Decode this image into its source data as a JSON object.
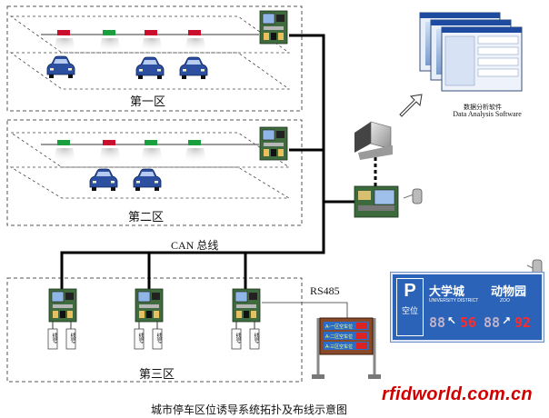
{
  "zones": {
    "zone1_label": "第一区",
    "zone2_label": "第二区",
    "zone3_label": "第三区"
  },
  "bus_label": "CAN 总线",
  "rs485_label": "RS485",
  "software": {
    "caption_cn": "数据分析软件",
    "caption_en": "Data Analysis Software"
  },
  "sign": {
    "p_letter": "P",
    "p_text": "空位",
    "dest1": "大学城",
    "dest1_en": "UNIVERSITY DISTRICT",
    "dest2": "动物园",
    "dest2_en": "ZOO",
    "count1": "56",
    "count2": "92",
    "dim1": "88",
    "dim2": "88"
  },
  "led_rows": [
    "A-一区空车位",
    "A-二区空车位",
    "A-三区空车位"
  ],
  "node_tags": [
    "线号",
    "线号"
  ],
  "caption": "城市停车区位诱导系统拓扑及布线示意图",
  "brand": "rfidworld.com.cn",
  "colors": {
    "bus": "#000000",
    "occupied": "#c8102e",
    "free": "#1b9e3e",
    "car": "#2c4fa0",
    "sign_bg": "#2b63b8",
    "brand": "#d10000"
  }
}
